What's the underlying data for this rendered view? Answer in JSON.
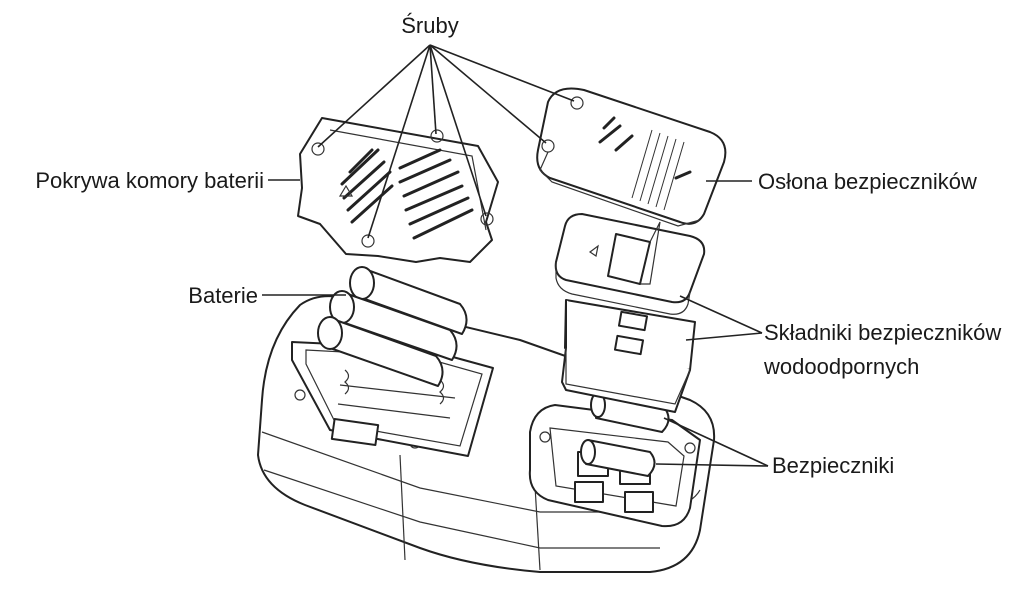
{
  "labels": {
    "screws": "Śruby",
    "battery_cover": "Pokrywa komory baterii",
    "batteries": "Baterie",
    "fuse_cover": "Osłona bezpieczników",
    "waterproof_fuse_parts_line1": "Składniki bezpieczników",
    "waterproof_fuse_parts_line2": "wodoodpornych",
    "fuses": "Bezpieczniki"
  },
  "colors": {
    "line": "#222222",
    "text": "#1a1a1a",
    "background": "#ffffff"
  }
}
